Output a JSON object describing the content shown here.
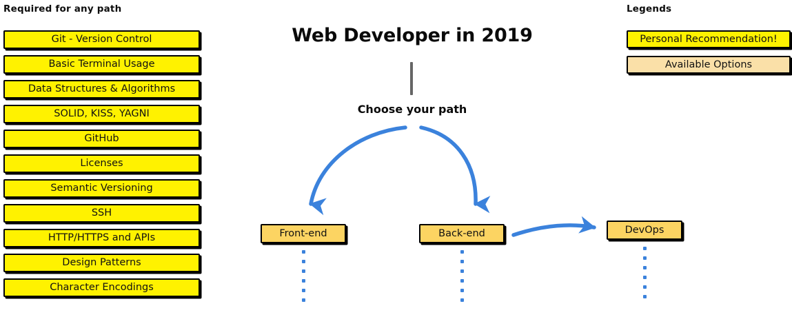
{
  "required_column": {
    "heading": "Required for any path",
    "items": [
      {
        "label": "Git - Version Control"
      },
      {
        "label": "Basic Terminal Usage"
      },
      {
        "label": "Data Structures & Algorithms"
      },
      {
        "label": "SOLID, KISS, YAGNI"
      },
      {
        "label": "GitHub"
      },
      {
        "label": "Licenses"
      },
      {
        "label": "Semantic Versioning"
      },
      {
        "label": "SSH"
      },
      {
        "label": "HTTP/HTTPS and APIs"
      },
      {
        "label": "Design Patterns"
      },
      {
        "label": "Character Encodings"
      }
    ]
  },
  "center": {
    "title": "Web Developer in 2019",
    "choose_path_label": "Choose your path",
    "paths": [
      {
        "label": "Front-end"
      },
      {
        "label": "Back-end"
      },
      {
        "label": "DevOps"
      }
    ]
  },
  "legends": {
    "heading": "Legends",
    "items": [
      {
        "label": "Personal Recommendation!",
        "color": "#FFF200"
      },
      {
        "label": "Available Options",
        "color": "#FAE0A8"
      }
    ]
  },
  "colors": {
    "recommended_yellow": "#FFF200",
    "path_amber": "#FCD462",
    "option_peach": "#FAE0A8",
    "arrow_blue": "#3B82DC",
    "stem_grey": "#666666",
    "outline_black": "#000000"
  }
}
